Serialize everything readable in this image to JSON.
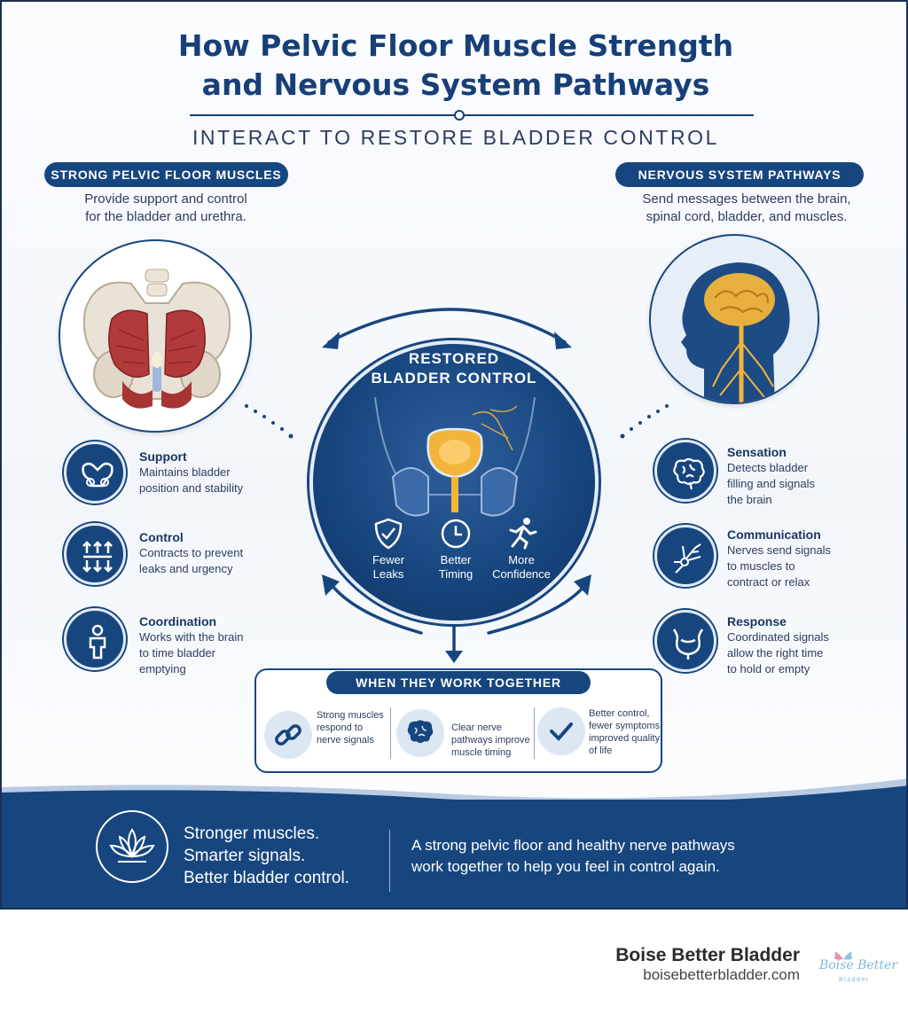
{
  "header": {
    "title_line1": "How Pelvic Floor Muscle Strength",
    "title_line2": "and Nervous System Pathways",
    "subtitle": "INTERACT TO RESTORE BLADDER CONTROL"
  },
  "left": {
    "pill": "STRONG PELVIC FLOOR MUSCLES",
    "lead_line1": "Provide support and control",
    "lead_line2": "for the bladder and urethra.",
    "features": [
      {
        "title": "Support",
        "desc_line1": "Maintains bladder",
        "desc_line2": "position and stability",
        "desc_line3": "",
        "icon": "pelvis-icon"
      },
      {
        "title": "Control",
        "desc_line1": "Contracts to prevent",
        "desc_line2": "leaks and urgency",
        "desc_line3": "",
        "icon": "arrows-icon"
      },
      {
        "title": "Coordination",
        "desc_line1": "Works with the brain",
        "desc_line2": "to time bladder",
        "desc_line3": "emptying",
        "icon": "person-icon"
      }
    ]
  },
  "right": {
    "pill": "NERVOUS SYSTEM PATHWAYS",
    "lead_line1": "Send messages between the brain,",
    "lead_line2": "spinal cord, bladder, and muscles.",
    "features": [
      {
        "title": "Sensation",
        "desc_line1": "Detects bladder",
        "desc_line2": "filling and signals",
        "desc_line3": "the brain",
        "icon": "brain-icon"
      },
      {
        "title": "Communication",
        "desc_line1": "Nerves send signals",
        "desc_line2": "to muscles to",
        "desc_line3": "contract or relax",
        "icon": "neuron-icon"
      },
      {
        "title": "Response",
        "desc_line1": "Coordinated signals",
        "desc_line2": "allow the right time",
        "desc_line3": "to hold or empty",
        "icon": "bladder-icon"
      }
    ]
  },
  "center": {
    "title_line1": "RESTORED",
    "title_line2": "BLADDER CONTROL",
    "benefits": [
      {
        "line1": "Fewer",
        "line2": "Leaks",
        "icon": "shield-check-icon"
      },
      {
        "line1": "Better",
        "line2": "Timing",
        "icon": "clock-icon"
      },
      {
        "line1": "More",
        "line2": "Confidence",
        "icon": "runner-icon"
      }
    ]
  },
  "together": {
    "pill": "WHEN THEY WORK TOGETHER",
    "items": [
      {
        "line1": "Strong muscles",
        "line2": "respond to",
        "line3": "nerve signals",
        "line4": "",
        "icon": "link-icon"
      },
      {
        "line1": "Clear nerve",
        "line2": "pathways improve",
        "line3": "muscle timing",
        "line4": "",
        "icon": "brain-icon"
      },
      {
        "line1": "Better control,",
        "line2": "fewer symptoms,",
        "line3": "improved quality",
        "line4": "of life",
        "icon": "check-icon"
      }
    ]
  },
  "footer": {
    "tagline_line1": "Stronger muscles.",
    "tagline_line2": "Smarter signals.",
    "tagline_line3": "Better bladder control.",
    "message_line1": "A strong pelvic floor and healthy nerve pathways",
    "message_line2": "work together to help you feel in control again.",
    "icon": "lotus-icon"
  },
  "brand": {
    "name": "Boise Better Bladder",
    "url": "boisebetterbladder.com",
    "logo_text": "Boise Better",
    "logo_sub": "Bladder"
  },
  "colors": {
    "navy": "#17467f",
    "title": "#173f78",
    "gold": "#f2b53a",
    "muscle": "#b23a3a"
  }
}
